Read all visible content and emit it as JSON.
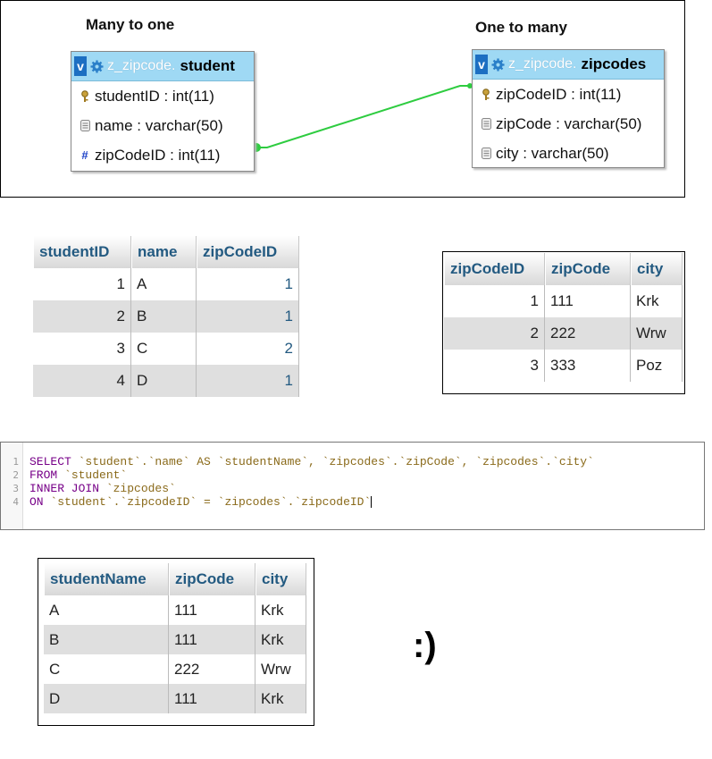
{
  "designer": {
    "left_label": "Many to one",
    "right_label": "One to many",
    "student_table": {
      "badge": "v",
      "db": "z_zipcode.",
      "name": "student",
      "columns": [
        {
          "text": "studentID : int(11)",
          "icon": "primary-key-icon"
        },
        {
          "text": "name : varchar(50)",
          "icon": "column-icon"
        },
        {
          "text": "zipCodeID : int(11)",
          "icon": "hash-icon"
        }
      ]
    },
    "zipcodes_table": {
      "badge": "v",
      "db": "z_zipcode.",
      "name": "zipcodes",
      "columns": [
        {
          "text": "zipCodeID : int(11)",
          "icon": "primary-key-icon"
        },
        {
          "text": "zipCode : varchar(50)",
          "icon": "column-icon"
        },
        {
          "text": "city : varchar(50)",
          "icon": "column-icon"
        }
      ]
    },
    "relation_color": "#2ecc40"
  },
  "student_grid": {
    "headers": [
      "studentID",
      "name",
      "zipCodeID"
    ],
    "rows": [
      [
        "1",
        "A",
        "1"
      ],
      [
        "2",
        "B",
        "1"
      ],
      [
        "3",
        "C",
        "2"
      ],
      [
        "4",
        "D",
        "1"
      ]
    ]
  },
  "zipcodes_grid": {
    "headers": [
      "zipCodeID",
      "zipCode",
      "city"
    ],
    "rows": [
      [
        "1",
        "111",
        "Krk"
      ],
      [
        "2",
        "222",
        "Wrw"
      ],
      [
        "3",
        "333",
        "Poz"
      ]
    ]
  },
  "sql": {
    "line_numbers": [
      "1",
      "2",
      "3",
      "4"
    ],
    "l1_kw": "SELECT",
    "l1_rest": " `student`.`name` AS `studentName`, `zipcodes`.`zipCode`, `zipcodes`.`city`",
    "l2_kw": "FROM",
    "l2_rest": " `student`",
    "l3_kw": "INNER JOIN",
    "l3_rest": " `zipcodes`",
    "l4_kw": "ON",
    "l4_rest": " `student`.`zipcodeID` = `zipcodes`.`zipcodeID`"
  },
  "result_grid": {
    "headers": [
      "studentName",
      "zipCode",
      "city"
    ],
    "rows": [
      [
        "A",
        "111",
        "Krk"
      ],
      [
        "B",
        "111",
        "Krk"
      ],
      [
        "C",
        "222",
        "Wrw"
      ],
      [
        "D",
        "111",
        "Krk"
      ]
    ]
  },
  "smiley": ":)"
}
